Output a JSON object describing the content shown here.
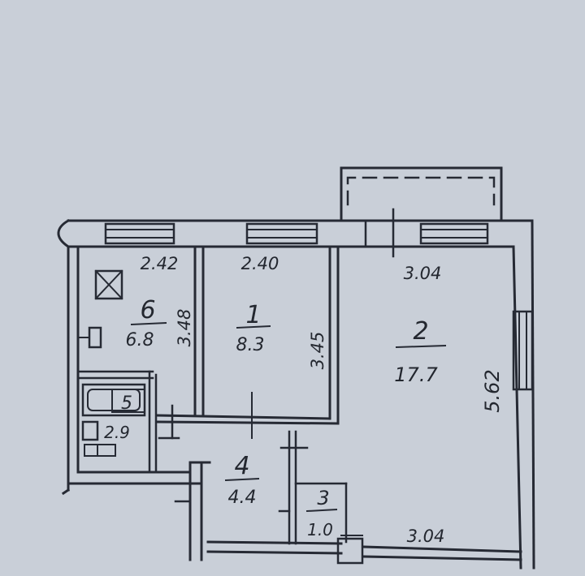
{
  "floor_plan": {
    "background_color": "#c9cfd8",
    "ink_color": "#262a34",
    "rooms": [
      {
        "number": "1",
        "area": "8.3"
      },
      {
        "number": "2",
        "area": "17.7"
      },
      {
        "number": "3",
        "area": "1.0"
      },
      {
        "number": "4",
        "area": "4.4"
      },
      {
        "number": "5",
        "area": "2.9"
      },
      {
        "number": "6",
        "area": "6.8"
      }
    ],
    "dimensions": {
      "room6_width": "2.42",
      "room6_depth": "3.48",
      "room1_width": "2.40",
      "room1_depth": "3.45",
      "room2_width_top": "3.04",
      "room2_width_bottom": "3.04",
      "room2_depth": "5.62"
    },
    "icons": [
      "stove-icon",
      "sink-icon",
      "bathtub-icon",
      "washbasin-icon",
      "window-icon",
      "balcony-icon",
      "door-icon"
    ]
  }
}
